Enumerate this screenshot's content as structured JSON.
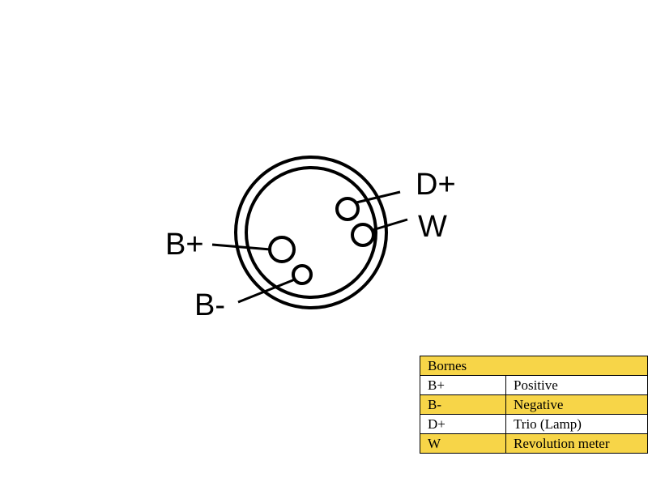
{
  "diagram": {
    "pins": {
      "d_plus": "D+",
      "w": "W",
      "b_plus": "B+",
      "b_minus": "B-"
    }
  },
  "legend_table": {
    "header": "Bornes",
    "rows": [
      {
        "code": "B+",
        "meaning": "Positive",
        "highlighted": false
      },
      {
        "code": "B-",
        "meaning": "Negative",
        "highlighted": true
      },
      {
        "code": "D+",
        "meaning": "Trio (Lamp)",
        "highlighted": false
      },
      {
        "code": "W",
        "meaning": "Revolution meter",
        "highlighted": true
      }
    ],
    "highlight_color": "#f7d548"
  }
}
